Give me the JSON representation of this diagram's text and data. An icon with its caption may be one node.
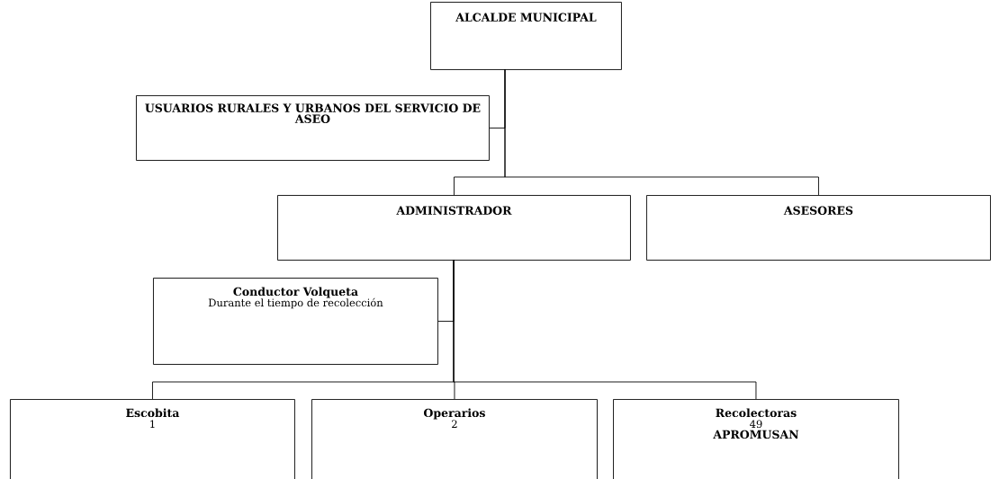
{
  "diagram": {
    "nodes": [
      {
        "text": [
          "ALCALDE MUNICIPAL"
        ]
      },
      {
        "text": [
          "USUARIOS RURALES Y URBANOS DEL SERVICIO DE ASEO"
        ]
      },
      {
        "text": [
          "ADMINISTRADOR"
        ]
      },
      {
        "text": [
          "ASESORES"
        ]
      },
      {
        "text": [
          "Conductor Volqueta",
          "Durante el tiempo de recolección"
        ]
      },
      {
        "text": [
          "Escobita",
          "1"
        ]
      },
      {
        "text": [
          "Operarios",
          "2"
        ]
      },
      {
        "text": [
          "Recolectoras",
          "49",
          "APROMUSAN"
        ]
      }
    ],
    "edges": [
      {
        "from": 0,
        "to": 1,
        "arrow": "none"
      },
      {
        "from": 0,
        "to": 2,
        "arrow": "none"
      },
      {
        "from": 0,
        "to": 3,
        "arrow": "none"
      },
      {
        "from": 2,
        "to": 4,
        "arrow": "none"
      },
      {
        "from": 2,
        "to": 5,
        "arrow": "none"
      },
      {
        "from": 2,
        "to": 6,
        "arrow": "none"
      },
      {
        "from": 2,
        "to": 7,
        "arrow": "none"
      }
    ]
  }
}
